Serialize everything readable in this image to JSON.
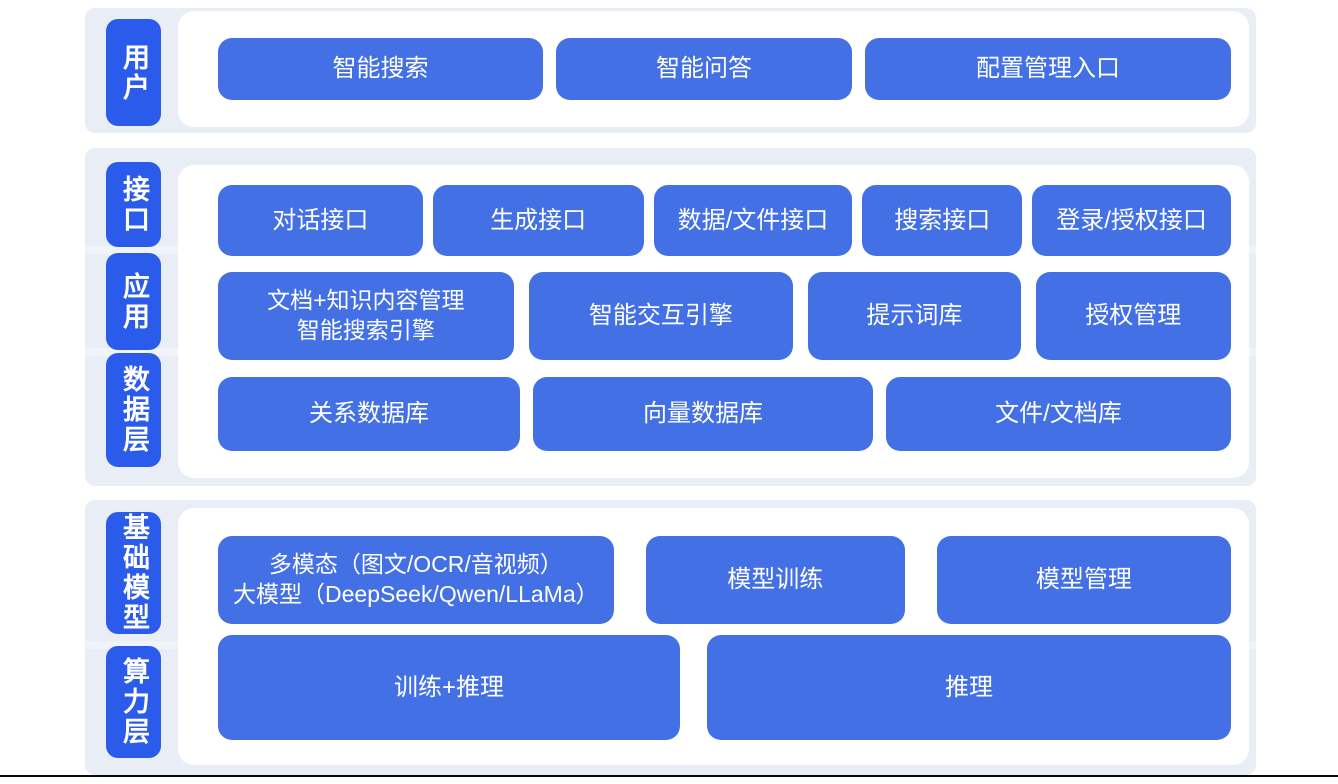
{
  "diagram": {
    "colors": {
      "section_bg": "#E8EDF6",
      "panel_bg": "#FFFFFF",
      "chip_bg": "#2B5BEA",
      "block_bg": "#4370E4",
      "text_color": "#FFFFFF",
      "divider_bg": "#F0F4FA",
      "line_bg": "#0B0B0B"
    },
    "layers": [
      {
        "chip": "用户",
        "blocks": [
          "智能搜索",
          "智能问答",
          "配置管理入口"
        ]
      },
      {
        "chip": "接口",
        "blocks": [
          "对话接口",
          "生成接口",
          "数据/文件接口",
          "搜索接口",
          "登录/授权接口"
        ]
      },
      {
        "chip": "应用",
        "blocks": [
          {
            "lines": [
              "文档+知识内容管理",
              "智能搜索引擎"
            ]
          },
          "智能交互引擎",
          "提示词库",
          "授权管理"
        ]
      },
      {
        "chip": "数据层",
        "blocks": [
          "关系数据库",
          "向量数据库",
          "文件/文档库"
        ]
      },
      {
        "chip": "基础模型",
        "blocks": [
          {
            "lines": [
              "多模态（图文/OCR/音视频）",
              "大模型（DeepSeek/Qwen/LLaMa）"
            ]
          },
          "模型训练",
          "模型管理"
        ]
      },
      {
        "chip": "算力层",
        "blocks": [
          "训练+推理",
          "推理"
        ]
      }
    ]
  }
}
